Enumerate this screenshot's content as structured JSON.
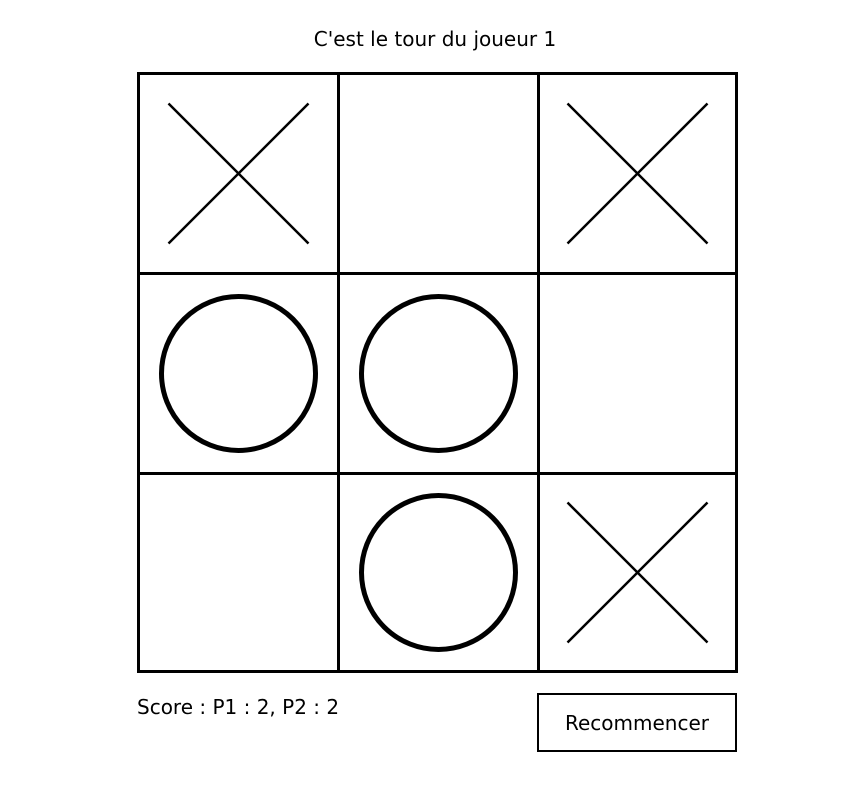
{
  "game": {
    "status_text": "C'est le tour du joueur 1",
    "board": [
      [
        "X",
        "",
        "X"
      ],
      [
        "O",
        "O",
        ""
      ],
      [
        "",
        "O",
        "X"
      ]
    ],
    "score_text": "Score : P1 : 2, P2 : 2",
    "restart_label": "Recommencer"
  }
}
